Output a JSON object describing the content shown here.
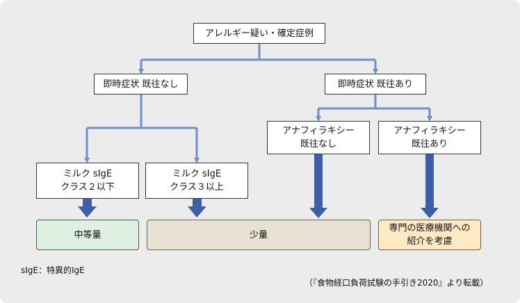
{
  "colors": {
    "connector": "#6d8fcc",
    "arrow_thick": "#3d5fa8",
    "mild_fill": "#dff0e2",
    "small_fill": "#e6e1d1",
    "refer_fill": "#fde9c4"
  },
  "nodes": {
    "root": "アレルギー疑い・確定症例",
    "no_symptoms": "即時症状 既往なし",
    "with_symptoms": "即時症状 既往あり",
    "no_anaphylaxis": "アナフィラキシー\n既往なし",
    "with_anaphylaxis": "アナフィラキシー\n既往あり",
    "milk_class_low": "ミルク sIgE\nクラス２以下",
    "milk_class_high": "ミルク sIgE\nクラス３以上"
  },
  "outcomes": {
    "medium": "中等量",
    "small": "少量",
    "refer": "専門の医療機関への\n紹介を考慮"
  },
  "footnote": "sIgE：特異的IgE",
  "source": "（『食物経口負荷試験の手引き2020』より転載）"
}
